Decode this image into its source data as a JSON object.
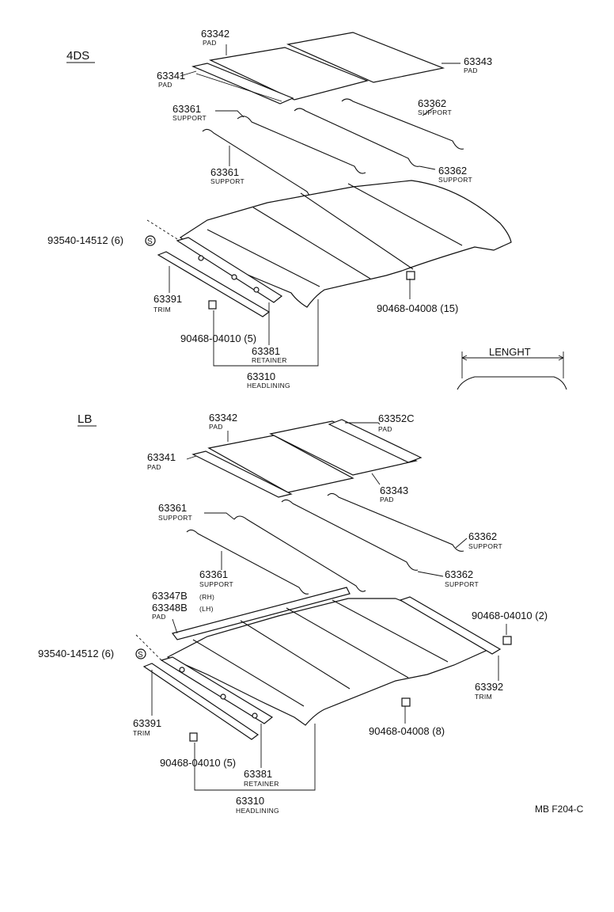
{
  "code": "MB F204-C",
  "sections": {
    "top": {
      "label": "4DS",
      "parts": {
        "pad_63342": {
          "num": "63342",
          "desc": "PAD"
        },
        "pad_63341": {
          "num": "63341",
          "desc": "PAD"
        },
        "pad_63343": {
          "num": "63343",
          "desc": "PAD"
        },
        "support_63361_a": {
          "num": "63361",
          "desc": "SUPPORT"
        },
        "support_63361_b": {
          "num": "63361",
          "desc": "SUPPORT"
        },
        "support_63362_a": {
          "num": "63362",
          "desc": "SUPPORT"
        },
        "support_63362_b": {
          "num": "63362",
          "desc": "SUPPORT"
        },
        "screw": {
          "num": "93540-14512 (6)"
        },
        "clip_main": {
          "num": "90468-04008 (15)"
        },
        "clip_front": {
          "num": "90468-04010 (5)"
        },
        "trim_63391": {
          "num": "63391",
          "desc": "TRIM"
        },
        "retainer_63381": {
          "num": "63381",
          "desc": "RETAINER"
        },
        "headlining_63310": {
          "num": "63310",
          "desc": "HEADLINING"
        }
      }
    },
    "bottom": {
      "label": "LB",
      "parts": {
        "pad_63342": {
          "num": "63342",
          "desc": "PAD"
        },
        "pad_63341": {
          "num": "63341",
          "desc": "PAD"
        },
        "pad_63352c": {
          "num": "63352C",
          "desc": "PAD"
        },
        "pad_63343": {
          "num": "63343",
          "desc": "PAD"
        },
        "support_63361_a": {
          "num": "63361",
          "desc": "SUPPORT"
        },
        "support_63361_b": {
          "num": "63361",
          "desc": "SUPPORT"
        },
        "support_63362_a": {
          "num": "63362",
          "desc": "SUPPORT"
        },
        "support_63362_b": {
          "num": "63362",
          "desc": "SUPPORT"
        },
        "pad_rh": {
          "num": "63347B",
          "side": "(RH)"
        },
        "pad_lh": {
          "num": "63348B",
          "side": "(LH)",
          "desc": "PAD"
        },
        "screw": {
          "num": "93540-14512 (6)"
        },
        "clip_rear": {
          "num": "90468-04010 (2)"
        },
        "trim_63392": {
          "num": "63392",
          "desc": "TRIM"
        },
        "trim_63391": {
          "num": "63391",
          "desc": "TRIM"
        },
        "clip_main": {
          "num": "90468-04008 (8)"
        },
        "clip_front": {
          "num": "90468-04010 (5)"
        },
        "retainer_63381": {
          "num": "63381",
          "desc": "RETAINER"
        },
        "headlining_63310": {
          "num": "63310",
          "desc": "HEADLINING"
        }
      }
    }
  },
  "length_detail": {
    "label": "LENGHT"
  },
  "screw_symbol": "S"
}
